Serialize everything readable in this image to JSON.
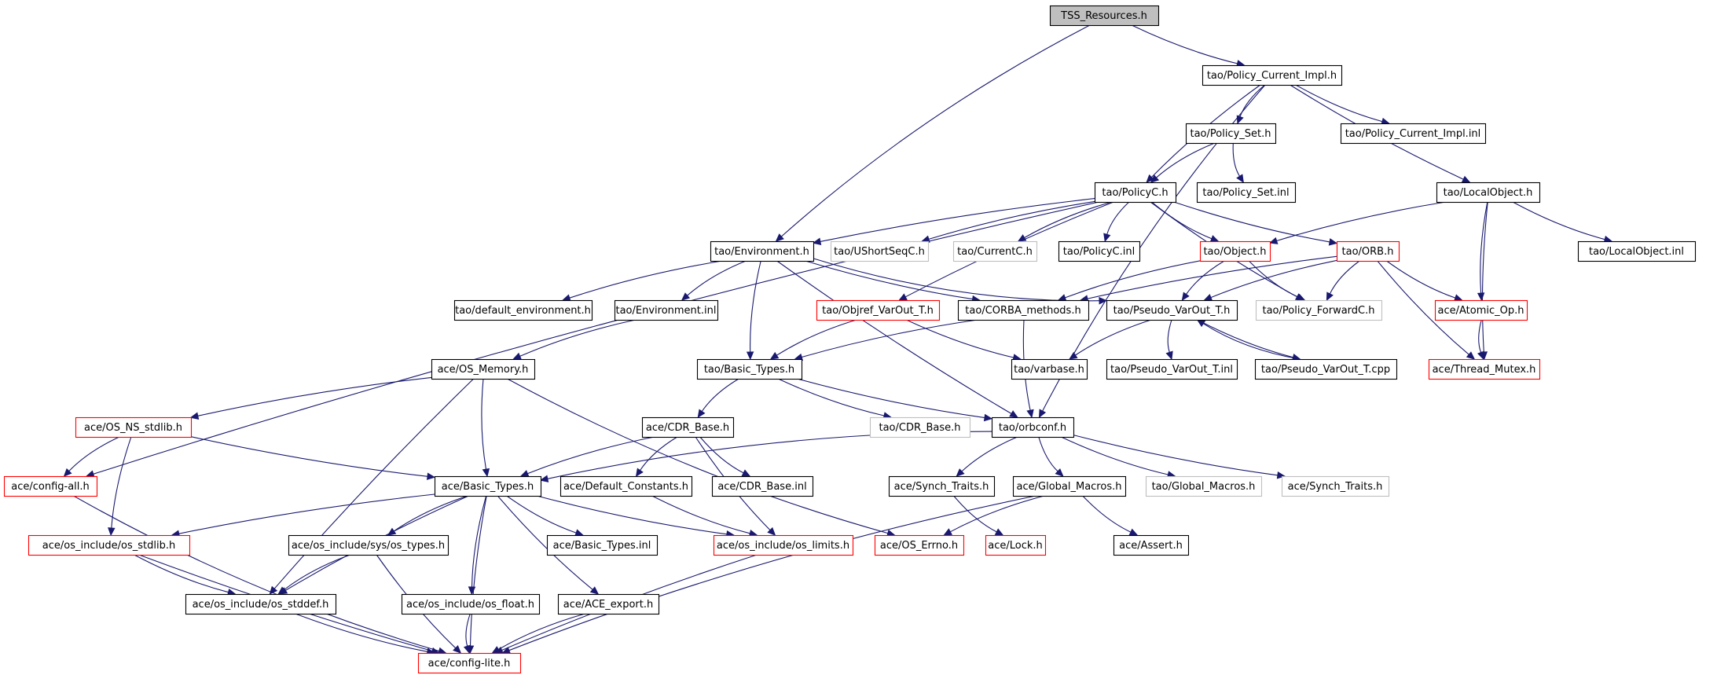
{
  "colors": {
    "edge": "#191970",
    "border_normal": "#000000",
    "border_incomplete": "#ff0000",
    "border_external": "#bfbfbf",
    "fill_root": "#bfbfbf",
    "fill_normal": "#ffffff",
    "text": "#000000"
  },
  "graph": {
    "root": "TSS_Resources.h",
    "nodes": [
      {
        "id": "tss",
        "label": "TSS_Resources.h",
        "style": "root"
      },
      {
        "id": "pci",
        "label": "tao/Policy_Current_Impl.h",
        "style": "normal"
      },
      {
        "id": "pset",
        "label": "tao/Policy_Set.h",
        "style": "normal"
      },
      {
        "id": "pcii",
        "label": "tao/Policy_Current_Impl.inl",
        "style": "normal"
      },
      {
        "id": "pc",
        "label": "tao/PolicyC.h",
        "style": "normal"
      },
      {
        "id": "psi",
        "label": "tao/Policy_Set.inl",
        "style": "normal"
      },
      {
        "id": "lo",
        "label": "tao/LocalObject.h",
        "style": "normal"
      },
      {
        "id": "env",
        "label": "tao/Environment.h",
        "style": "normal"
      },
      {
        "id": "usq",
        "label": "tao/UShortSeqC.h",
        "style": "external"
      },
      {
        "id": "cur",
        "label": "tao/CurrentC.h",
        "style": "external"
      },
      {
        "id": "pci2",
        "label": "tao/PolicyC.inl",
        "style": "normal"
      },
      {
        "id": "obj",
        "label": "tao/Object.h",
        "style": "incomplete"
      },
      {
        "id": "orb",
        "label": "tao/ORB.h",
        "style": "incomplete"
      },
      {
        "id": "loi",
        "label": "tao/LocalObject.inl",
        "style": "normal"
      },
      {
        "id": "denv",
        "label": "tao/default_environment.h",
        "style": "normal"
      },
      {
        "id": "envi",
        "label": "tao/Environment.inl",
        "style": "normal"
      },
      {
        "id": "ovo",
        "label": "tao/Objref_VarOut_T.h",
        "style": "incomplete"
      },
      {
        "id": "cm",
        "label": "tao/CORBA_methods.h",
        "style": "normal"
      },
      {
        "id": "pvo",
        "label": "tao/Pseudo_VarOut_T.h",
        "style": "normal"
      },
      {
        "id": "pfc",
        "label": "tao/Policy_ForwardC.h",
        "style": "external"
      },
      {
        "id": "aop",
        "label": "ace/Atomic_Op.h",
        "style": "incomplete"
      },
      {
        "id": "osm",
        "label": "ace/OS_Memory.h",
        "style": "normal"
      },
      {
        "id": "bt",
        "label": "tao/Basic_Types.h",
        "style": "normal"
      },
      {
        "id": "vb",
        "label": "tao/varbase.h",
        "style": "normal"
      },
      {
        "id": "pvoi",
        "label": "tao/Pseudo_VarOut_T.inl",
        "style": "normal"
      },
      {
        "id": "pvoc",
        "label": "tao/Pseudo_VarOut_T.cpp",
        "style": "normal"
      },
      {
        "id": "tm",
        "label": "ace/Thread_Mutex.h",
        "style": "incomplete"
      },
      {
        "id": "nss",
        "label": "ace/OS_NS_stdlib.h",
        "style": "incomplete"
      },
      {
        "id": "cdr",
        "label": "ace/CDR_Base.h",
        "style": "normal"
      },
      {
        "id": "tcdr",
        "label": "tao/CDR_Base.h",
        "style": "external"
      },
      {
        "id": "orbc",
        "label": "tao/orbconf.h",
        "style": "normal"
      },
      {
        "id": "cfga",
        "label": "ace/config-all.h",
        "style": "incomplete"
      },
      {
        "id": "abt",
        "label": "ace/Basic_Types.h",
        "style": "normal"
      },
      {
        "id": "dc",
        "label": "ace/Default_Constants.h",
        "style": "normal"
      },
      {
        "id": "cdri",
        "label": "ace/CDR_Base.inl",
        "style": "normal"
      },
      {
        "id": "st",
        "label": "ace/Synch_Traits.h",
        "style": "normal"
      },
      {
        "id": "gm",
        "label": "ace/Global_Macros.h",
        "style": "normal"
      },
      {
        "id": "tgm",
        "label": "tao/Global_Macros.h",
        "style": "external"
      },
      {
        "id": "tst",
        "label": "ace/Synch_Traits.h",
        "style": "external"
      },
      {
        "id": "ossl",
        "label": "ace/os_include/os_stdlib.h",
        "style": "incomplete"
      },
      {
        "id": "ost",
        "label": "ace/os_include/sys/os_types.h",
        "style": "normal"
      },
      {
        "id": "abti",
        "label": "ace/Basic_Types.inl",
        "style": "normal"
      },
      {
        "id": "osl",
        "label": "ace/os_include/os_limits.h",
        "style": "incomplete"
      },
      {
        "id": "err",
        "label": "ace/OS_Errno.h",
        "style": "incomplete"
      },
      {
        "id": "lock",
        "label": "ace/Lock.h",
        "style": "incomplete"
      },
      {
        "id": "asrt",
        "label": "ace/Assert.h",
        "style": "normal"
      },
      {
        "id": "osd",
        "label": "ace/os_include/os_stddef.h",
        "style": "normal"
      },
      {
        "id": "osf",
        "label": "ace/os_include/os_float.h",
        "style": "normal"
      },
      {
        "id": "aexp",
        "label": "ace/ACE_export.h",
        "style": "normal"
      },
      {
        "id": "cfgl",
        "label": "ace/config-lite.h",
        "style": "incomplete"
      }
    ],
    "edges": [
      [
        "tss",
        "pci"
      ],
      [
        "tss",
        "env"
      ],
      [
        "pci",
        "pset"
      ],
      [
        "pci",
        "pcii"
      ],
      [
        "pci",
        "pc"
      ],
      [
        "pci",
        "lo"
      ],
      [
        "pci",
        "orbc"
      ],
      [
        "pset",
        "pc"
      ],
      [
        "pset",
        "psi"
      ],
      [
        "pc",
        "env"
      ],
      [
        "pc",
        "usq"
      ],
      [
        "pc",
        "cur"
      ],
      [
        "pc",
        "pci2"
      ],
      [
        "pc",
        "obj"
      ],
      [
        "pc",
        "orb"
      ],
      [
        "pc",
        "pfc"
      ],
      [
        "pc",
        "ovo"
      ],
      [
        "pc",
        "cfga"
      ],
      [
        "lo",
        "obj"
      ],
      [
        "lo",
        "loi"
      ],
      [
        "lo",
        "aop"
      ],
      [
        "lo",
        "tm"
      ],
      [
        "env",
        "denv"
      ],
      [
        "env",
        "envi"
      ],
      [
        "env",
        "cm"
      ],
      [
        "env",
        "pvo"
      ],
      [
        "env",
        "bt"
      ],
      [
        "env",
        "orbc"
      ],
      [
        "obj",
        "cm"
      ],
      [
        "obj",
        "pvo"
      ],
      [
        "obj",
        "pfc"
      ],
      [
        "orb",
        "cm"
      ],
      [
        "orb",
        "pvo"
      ],
      [
        "orb",
        "pfc"
      ],
      [
        "orb",
        "aop"
      ],
      [
        "orb",
        "tm"
      ],
      [
        "envi",
        "osm"
      ],
      [
        "ovo",
        "bt"
      ],
      [
        "ovo",
        "vb"
      ],
      [
        "cm",
        "bt"
      ],
      [
        "cm",
        "orbc"
      ],
      [
        "pvo",
        "vb"
      ],
      [
        "pvo",
        "pvoi"
      ],
      [
        "pvo",
        "pvoc"
      ],
      [
        "pvoc",
        "pvo"
      ],
      [
        "aop",
        "tm"
      ],
      [
        "osm",
        "nss"
      ],
      [
        "osm",
        "abt"
      ],
      [
        "osm",
        "osd"
      ],
      [
        "osm",
        "err"
      ],
      [
        "bt",
        "cdr"
      ],
      [
        "bt",
        "tcdr"
      ],
      [
        "bt",
        "orbc"
      ],
      [
        "nss",
        "cfga"
      ],
      [
        "nss",
        "abt"
      ],
      [
        "nss",
        "ossl"
      ],
      [
        "cdr",
        "abt"
      ],
      [
        "cdr",
        "dc"
      ],
      [
        "cdr",
        "cdri"
      ],
      [
        "cdr",
        "osl"
      ],
      [
        "orbc",
        "abt"
      ],
      [
        "orbc",
        "st"
      ],
      [
        "orbc",
        "gm"
      ],
      [
        "orbc",
        "tgm"
      ],
      [
        "orbc",
        "tst"
      ],
      [
        "cfga",
        "cfgl"
      ],
      [
        "abt",
        "ossl"
      ],
      [
        "abt",
        "ost"
      ],
      [
        "abt",
        "abti"
      ],
      [
        "abt",
        "osl"
      ],
      [
        "abt",
        "osd"
      ],
      [
        "abt",
        "osf"
      ],
      [
        "abt",
        "aexp"
      ],
      [
        "abt",
        "cfgl"
      ],
      [
        "dc",
        "osl"
      ],
      [
        "st",
        "lock"
      ],
      [
        "gm",
        "err"
      ],
      [
        "gm",
        "asrt"
      ],
      [
        "gm",
        "cfgl"
      ],
      [
        "ossl",
        "osd"
      ],
      [
        "ossl",
        "cfgl"
      ],
      [
        "ost",
        "osd"
      ],
      [
        "ost",
        "cfgl"
      ],
      [
        "osl",
        "cfgl"
      ],
      [
        "osd",
        "cfgl"
      ],
      [
        "osf",
        "cfgl"
      ],
      [
        "aexp",
        "cfgl"
      ]
    ]
  }
}
